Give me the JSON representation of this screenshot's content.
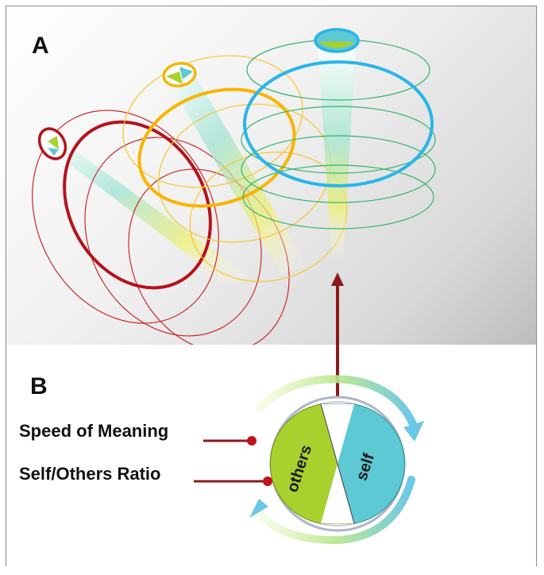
{
  "panels": {
    "a": {
      "letter": "A"
    },
    "b": {
      "letter": "B"
    }
  },
  "labels": {
    "speed_of_meaning": "Speed of Meaning",
    "self_others_ratio": "Self/Others Ratio"
  },
  "dial": {
    "others_label": "others",
    "self_label": "self"
  },
  "colors": {
    "red": "#b5121b",
    "orange": "#f7b500",
    "blue": "#29b5e8",
    "green": "#2fb36a",
    "others_green": "#a8d12e",
    "self_cyan": "#5cc9d4",
    "arrow_dark_red": "#8b1a1a"
  }
}
